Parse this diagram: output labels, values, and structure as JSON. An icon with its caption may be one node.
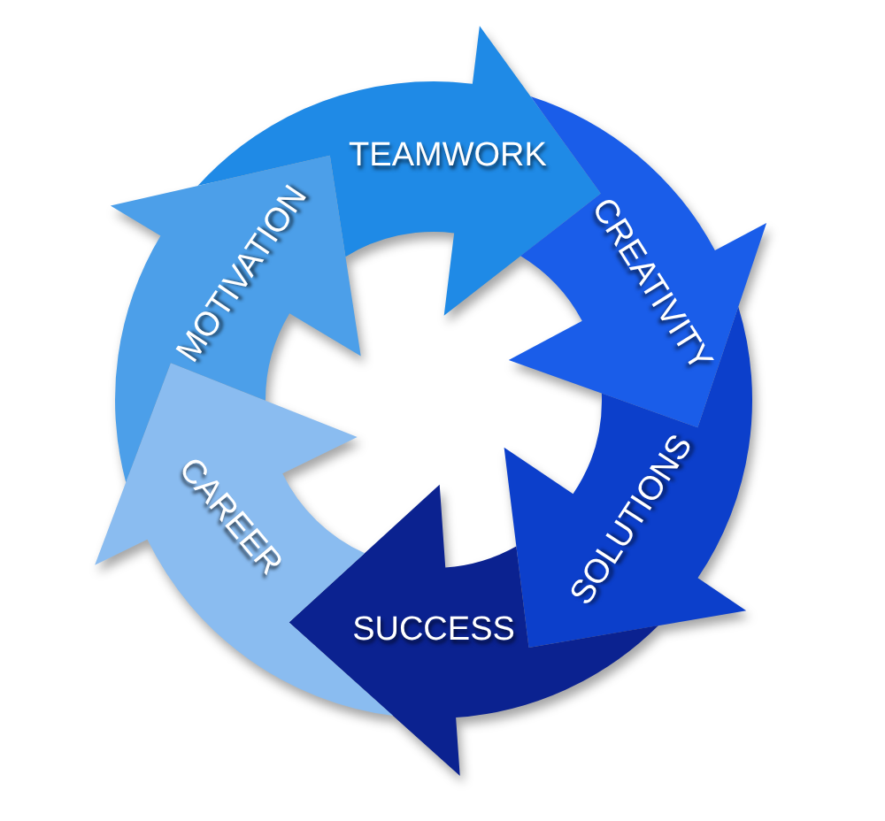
{
  "diagram": {
    "nodes": [
      {
        "text": [
          "TEAMWORK"
        ]
      },
      {
        "text": [
          "CREATIVITY"
        ]
      },
      {
        "text": [
          "SOLUTIONS"
        ]
      },
      {
        "text": [
          "SUCCESS"
        ]
      },
      {
        "text": [
          "CAREER"
        ]
      },
      {
        "text": [
          "MOTIVATION"
        ]
      }
    ]
  }
}
